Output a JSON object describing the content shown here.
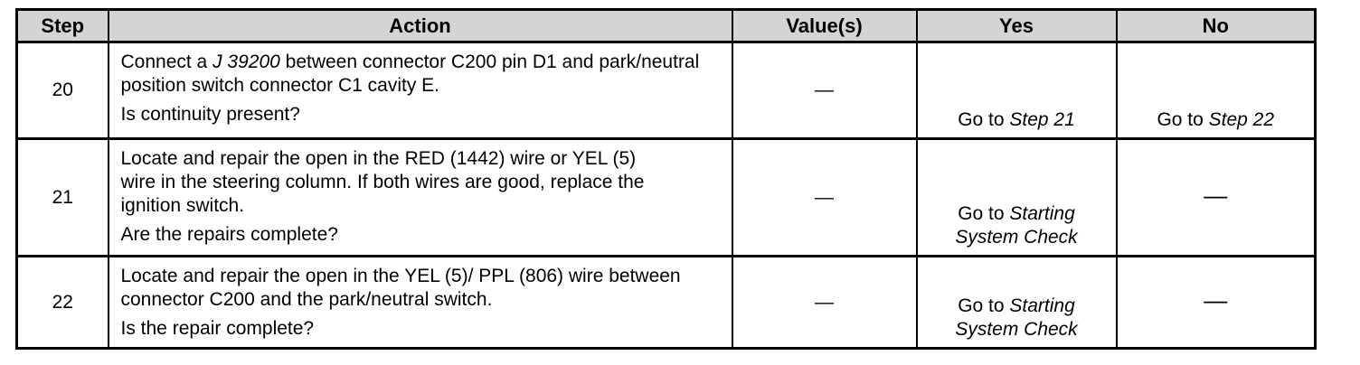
{
  "headers": {
    "step": "Step",
    "action": "Action",
    "values": "Value(s)",
    "yes": "Yes",
    "no": "No"
  },
  "rows": [
    {
      "step": "20",
      "action_pre": "Connect a ",
      "action_tool": "J 39200",
      "action_post": " between connector C200 pin D1 and park/neutral position switch connector C1 cavity E.",
      "question": "Is continuity present?",
      "value": "—",
      "yes_prefix": "Go to ",
      "yes_target": "Step 21",
      "no_prefix": "Go to ",
      "no_target": "Step 22"
    },
    {
      "step": "21",
      "action": "Locate and repair the open in the RED (1442) wire or YEL (5) wire in the steering column. If both wires are good, replace the ignition switch.",
      "question": "Are the repairs complete?",
      "value": "—",
      "yes_line1_prefix": "Go to ",
      "yes_line1_target": "Starting",
      "yes_line2": "System Check",
      "no": "—"
    },
    {
      "step": "22",
      "action": "Locate and repair the open in the YEL (5)/ PPL (806) wire between connector C200 and the park/neutral switch.",
      "question": "Is the repair complete?",
      "value": "—",
      "yes_line1_prefix": "Go to ",
      "yes_line1_target": "Starting",
      "yes_line2": "System Check",
      "no": "—"
    }
  ]
}
